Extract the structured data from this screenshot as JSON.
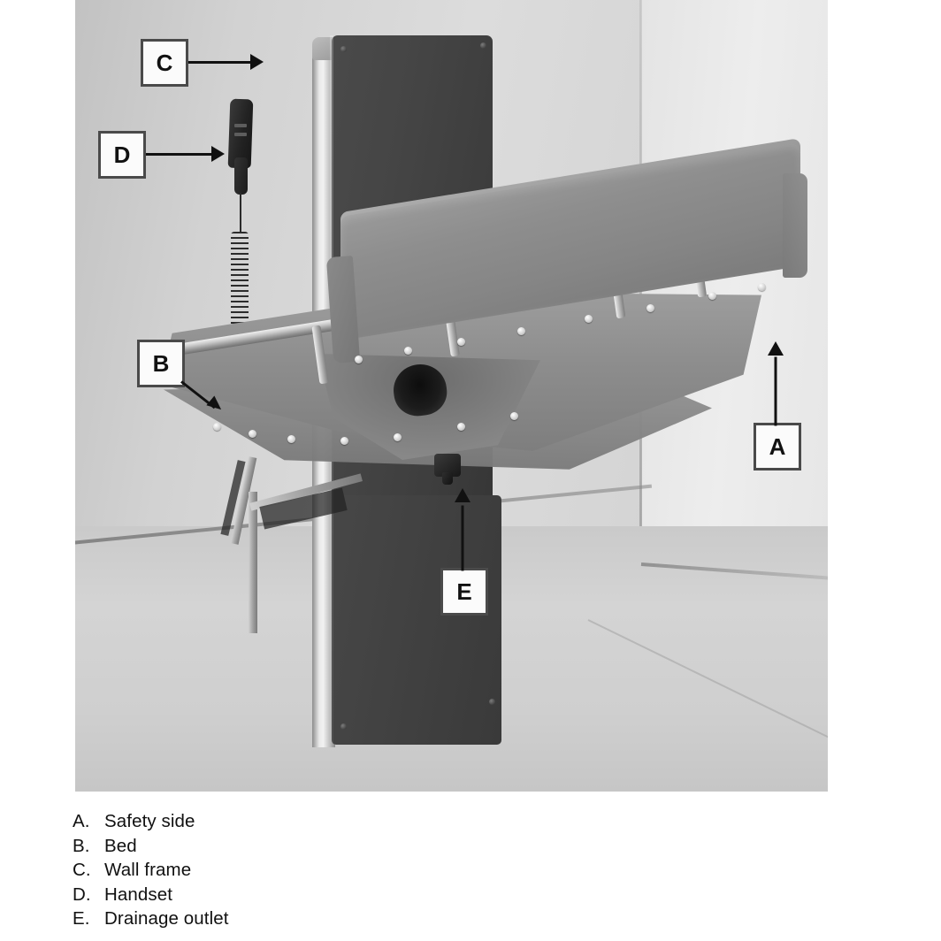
{
  "figure": {
    "caption_items": [
      {
        "key": "A.",
        "label": "Safety side"
      },
      {
        "key": "B.",
        "label": "Bed"
      },
      {
        "key": "C.",
        "label": "Wall frame"
      },
      {
        "key": "D.",
        "label": "Handset"
      },
      {
        "key": "E.",
        "label": "Drainage outlet"
      }
    ],
    "callouts": [
      {
        "id": "A",
        "letter": "A",
        "target": "safety-side"
      },
      {
        "id": "B",
        "letter": "B",
        "target": "bed"
      },
      {
        "id": "C",
        "letter": "C",
        "target": "wall-frame"
      },
      {
        "id": "D",
        "letter": "D",
        "target": "handset"
      },
      {
        "id": "E",
        "letter": "E",
        "target": "drainage-outlet"
      }
    ],
    "colors": {
      "callout_border": "#4a4a4a",
      "callout_fill": "#fbfbfb",
      "leader_line": "#111111",
      "panel_dark": "#424242",
      "upholstery_grey": "#8e8e8e",
      "wall_light": "#d6d6d6",
      "page_background": "#ffffff"
    }
  }
}
